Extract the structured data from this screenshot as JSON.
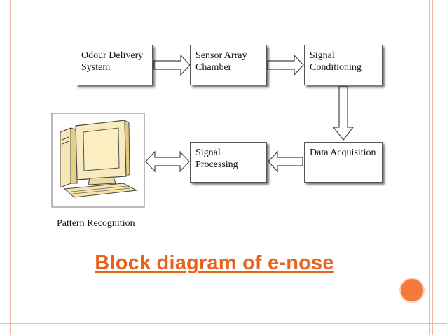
{
  "diagram": {
    "blocks": {
      "odour_delivery": "Odour Delivery\nSystem",
      "sensor_array": "Sensor Array\nChamber",
      "signal_conditioning": "Signal\nConditioning",
      "data_acquisition": "Data Acquisition",
      "signal_processing": "Signal\nProcessing"
    },
    "computer_caption": "Pattern Recognition",
    "title": "Block diagram of e-nose"
  },
  "colors": {
    "title": "#e8621c",
    "accent_dot": "#f47a3c",
    "frame": "#f2b8a6"
  }
}
